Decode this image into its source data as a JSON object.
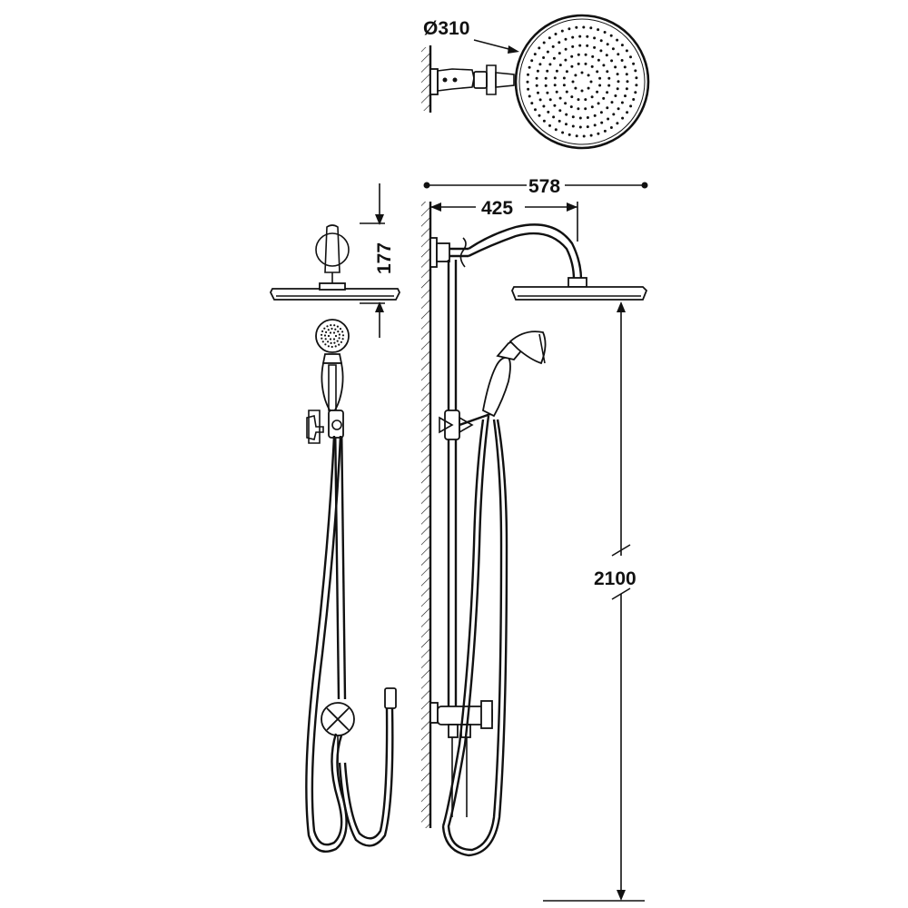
{
  "dimensions": {
    "head_diameter": "Ø310",
    "overall_reach": "578",
    "arm_reach": "425",
    "head_height": "177",
    "total_height": "2100"
  },
  "colors": {
    "line": "#111111",
    "background": "#ffffff"
  }
}
